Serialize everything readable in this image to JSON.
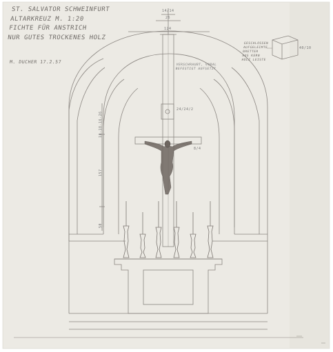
{
  "title": {
    "lines": [
      "ST. SALVATOR SCHWEINFURT",
      "ALTARKREUZ M. 1:20",
      "FICHTE FÜR ANSTRICH",
      "NUR GUTES TROCKENES HOLZ"
    ]
  },
  "signature_date": "M. DUCHER 17.2.57",
  "legend": {
    "lines": [
      "GESCHLOSSEN",
      "AUFGELEIMTE",
      "BRETTER",
      "AUS KERN",
      "HOLZ LEISTE"
    ],
    "corner_dim": "40/10"
  },
  "dimensions": {
    "top_width": "14/14",
    "top_inner": "26",
    "arm_width": "124",
    "crossbar_right": "8/4",
    "shaft_size": "24/24/2",
    "left_stack": "18-18-16-26",
    "left_main": "157",
    "left_bottom": "50"
  },
  "notes": {
    "shaft_note_1": "VERSCHRAUBT, VORAL",
    "shaft_note_2": "BEFESTIGT AUFSETZT"
  },
  "colors": {
    "paper": "#eceae4",
    "line": "#8a8580",
    "text": "#6e6a66"
  }
}
